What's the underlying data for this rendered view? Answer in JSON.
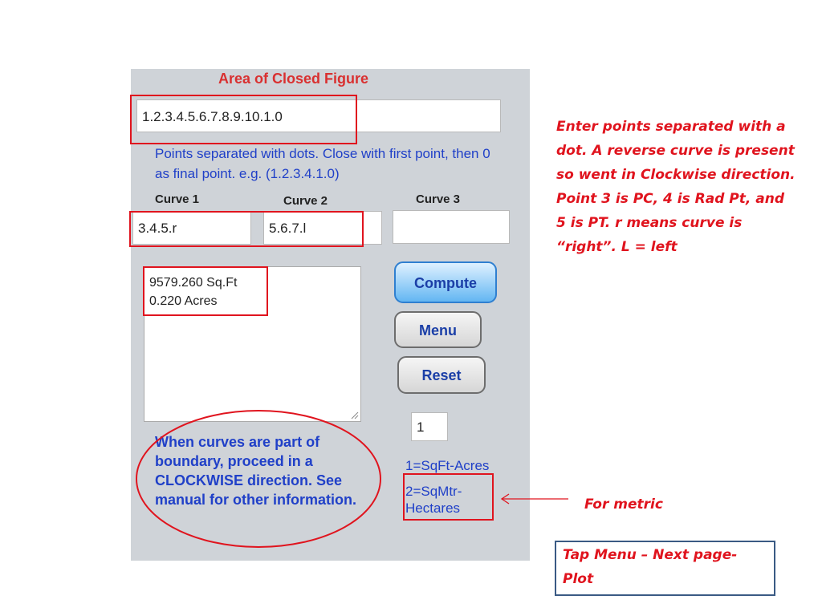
{
  "app": {
    "title": "Area of Closed Figure",
    "points_value": "1.2.3.4.5.6.7.8.9.10.1.0",
    "hint": "Points separated with dots. Close with first point, then 0 as final point. e.g. (1.2.3.4.1.0)",
    "curves": [
      {
        "label": "Curve 1",
        "value": "3.4.5.r"
      },
      {
        "label": "Curve 2",
        "value": "5.6.7.l"
      },
      {
        "label": "Curve 3",
        "value": ""
      }
    ],
    "result_lines": [
      "9579.260 Sq.Ft",
      "0.220 Acres"
    ],
    "buttons": {
      "compute": "Compute",
      "menu": "Menu",
      "reset": "Reset"
    },
    "unit_value": "1",
    "unit_options": [
      "1=SqFt-Acres",
      "2=SqMtr-\nHectares"
    ],
    "warning": "When curves are part of boundary, proceed in a CLOCKWISE direction. See manual for other information."
  },
  "annotations": {
    "main_note": "Enter points separated with a dot. A reverse curve is present so went in Clockwise direction. Point 3 is PC, 4 is Rad Pt, and 5 is PT. r means curve is “right”. L = left",
    "metric_note": "For metric",
    "tap_note": "Tap Menu – Next page-\nPlot"
  },
  "colors": {
    "panel_bg": "#cfd3d8",
    "title_red": "#d93030",
    "hint_blue": "#2040c8",
    "annotation_red": "#e0141e",
    "compute_blue": "#63b6f2"
  }
}
